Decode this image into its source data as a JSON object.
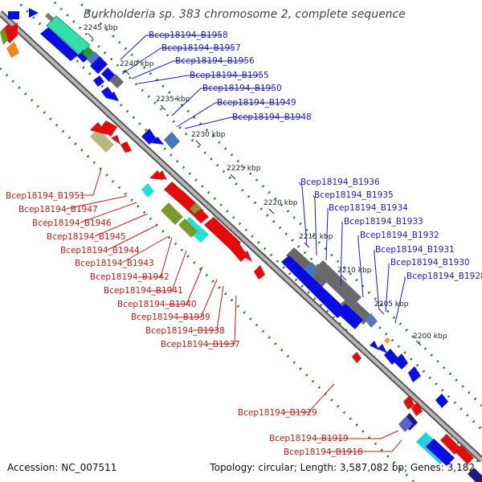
{
  "title": "Burkholderia sp. 383 chromosome 2, complete sequence",
  "ticks": [
    "2245 kbp",
    "2240 kbp",
    "2235 kbp",
    "2230 kbp",
    "2225 kbp",
    "2220 kbp",
    "2215 kbp",
    "2210 kbp",
    "2205 kbp",
    "2200 kbp"
  ],
  "blue_labels": [
    "Bcep18194_B1958",
    "Bcep18194_B1957",
    "Bcep18194_B1956",
    "Bcep18194_B1955",
    "Bcep18194_B1950",
    "Bcep18194_B1949",
    "Bcep18194_B1948",
    "Bcep18194_B1936",
    "Bcep18194_B1935",
    "Bcep18194_B1934",
    "Bcep18194_B1933",
    "Bcep18194_B1932",
    "Bcep18194_B1931",
    "Bcep18194_B1930",
    "Bcep18194_B1928"
  ],
  "red_labels": [
    "Bcep18194_B1951",
    "Bcep18194_B1947",
    "Bcep18194_B1946",
    "Bcep18194_B1945",
    "Bcep18194_B1944",
    "Bcep18194_B1943",
    "Bcep18194_B1942",
    "Bcep18194_B1941",
    "Bcep18194_B1940",
    "Bcep18194_B1939",
    "Bcep18194_B1938",
    "Bcep18194_B1937",
    "Bcep18194_B1929",
    "Bcep18194_B1919",
    "Bcep18194_B1918"
  ],
  "footer": {
    "accession": "Accession: NC_007511",
    "topology": "Topology: circular; Length: 3,587,082 bp; Genes: 3,182"
  },
  "colors": {
    "forward_gene": "#0b0be6",
    "reverse_gene": "#e60b0b",
    "backbone": "#888888",
    "dotted_guide": "#1b8a1b",
    "blue_label": "#1a1acc",
    "red_label": "#cc1a1a"
  }
}
